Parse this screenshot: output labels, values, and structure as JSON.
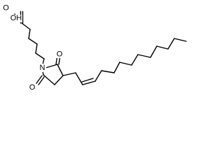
{
  "molecule": {
    "atom_labels": {
      "oh": "OH",
      "carbonyl_o": "O",
      "ring_n": "N",
      "ring_o_top": "O",
      "ring_o_bottom": "O"
    }
  },
  "colors": {
    "bond": "#000000",
    "background": "#ffffff"
  }
}
